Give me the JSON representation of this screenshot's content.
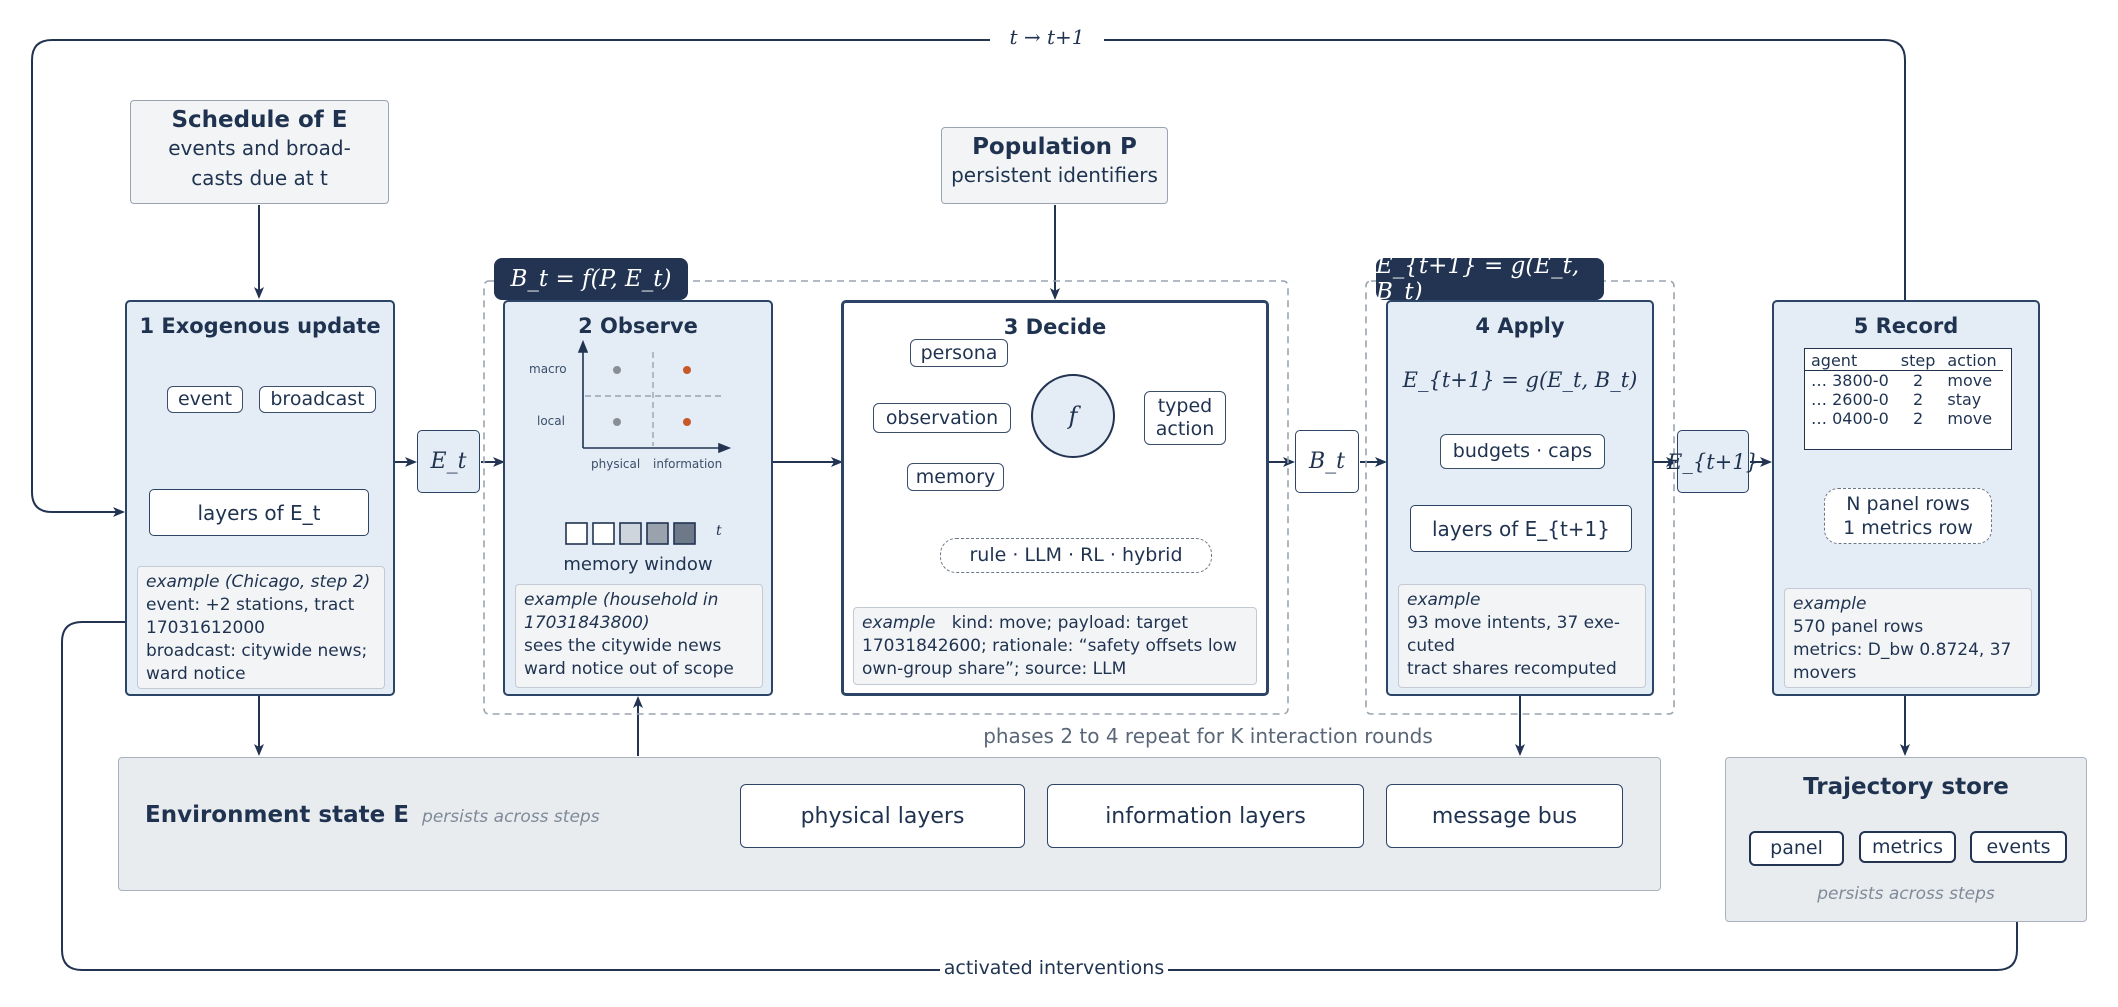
{
  "loop_label": "t → t+1",
  "interventions_label": "activated interventions",
  "repeat_note": "phases 2 to 4 repeat for K interaction rounds",
  "schedule": {
    "title": "Schedule of E",
    "line1": "events and broad-",
    "line2": "casts due at t"
  },
  "population": {
    "title": "Population P",
    "subtitle": "persistent identifiers"
  },
  "tags": {
    "observe": "B_t = f(P, E_t)",
    "apply": "E_{t+1} = g(E_t, B_t)"
  },
  "connectors": {
    "et": "E_t",
    "bt": "B_t",
    "et1": "E_{t+1}"
  },
  "phase1": {
    "title": "1 Exogenous update",
    "chips": [
      "event",
      "broadcast"
    ],
    "layers": "layers of E_t",
    "example": [
      "example (Chicago, step 2)",
      "event: +2 stations, tract",
      "17031612000",
      "broadcast: citywide news;",
      "ward notice"
    ]
  },
  "phase2": {
    "title": "2 Observe",
    "axis_y": [
      "macro",
      "local"
    ],
    "axis_x": [
      "physical",
      "information"
    ],
    "memory_label": "memory window",
    "memory_t": "t",
    "example": [
      "example (household in",
      "17031843800)",
      "sees the citywide news",
      "ward notice out of scope"
    ]
  },
  "phase3": {
    "title": "3 Decide",
    "inputs": [
      "persona",
      "observation",
      "memory"
    ],
    "f": "f",
    "output": [
      "typed",
      "action"
    ],
    "policies": "rule · LLM · RL · hybrid",
    "example": [
      "example",
      "kind: move; payload: target",
      "17031842600; rationale: “safety offsets low",
      "own-group share”; source: LLM"
    ]
  },
  "phase4": {
    "title": "4 Apply",
    "formula": "E_{t+1} = g(E_t, B_t)",
    "budgets": "budgets · caps",
    "layers": "layers of E_{t+1}",
    "example": [
      "example",
      "93 move intents, 37 exe-",
      "cuted",
      "tract shares recomputed"
    ]
  },
  "phase5": {
    "title": "5 Record",
    "table_headers": [
      "agent",
      "step",
      "action"
    ],
    "table_rows": [
      [
        "… 3800-0",
        "2",
        "move"
      ],
      [
        "… 2600-0",
        "2",
        "stay"
      ],
      [
        "… 0400-0",
        "2",
        "move"
      ]
    ],
    "rows_line1": "N panel rows",
    "rows_line2": "1 metrics row",
    "example": [
      "example",
      "570 panel rows",
      "metrics: D_bw 0.8724, 37",
      "movers"
    ]
  },
  "environment": {
    "title": "Environment state E",
    "note": "persists across steps",
    "layers": [
      "physical layers",
      "information layers",
      "message bus"
    ]
  },
  "trajectory": {
    "title": "Trajectory store",
    "chips": [
      "panel",
      "metrics",
      "events"
    ],
    "note": "persists across steps"
  },
  "colors": {
    "dark": "#223452",
    "phase_fill": "#e4ecf5",
    "dot_gray": "#8a8f96",
    "dot_orange": "#c8582a"
  }
}
